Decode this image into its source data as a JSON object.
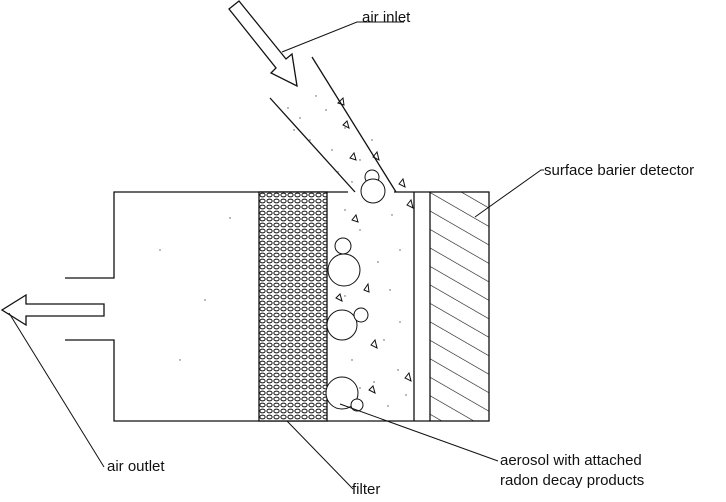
{
  "labels": {
    "air_inlet": "air inlet",
    "surface_barrier_detector": "surface barier detector",
    "air_outlet": "air outlet",
    "filter": "filter",
    "aerosol_line1": "aerosol with attached",
    "aerosol_line2": "radon decay products"
  },
  "colors": {
    "stroke": "#111111",
    "background": "#ffffff"
  }
}
